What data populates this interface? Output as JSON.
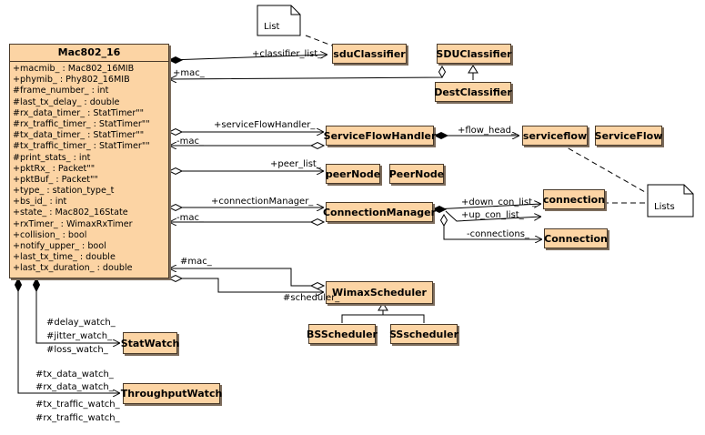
{
  "mac": {
    "title": "Mac802_16",
    "attributes": [
      "+macmib_ : Mac802_16MIB",
      "+phymib_ : Phy802_16MIB",
      "#frame_number_ : int",
      "#last_tx_delay_ : double",
      "#rx_data_timer_ : StatTimer\"\"",
      "#rx_traffic_timer_ : StatTimer\"\"",
      "#tx_data_timer_ : StatTimer\"\"",
      "#tx_traffic_timer_ : StatTimer\"\"",
      "#print_stats_ : int",
      "+pktRx_ : Packet\"\"",
      "+pktBuf_ : Packet\"\"",
      "+type_ : station_type_t",
      "+bs_id_ : int",
      "+state_ : Mac802_16State",
      "+rxTimer_ : WimaxRxTimer",
      "+collision_ : bool",
      "+notify_upper_ : bool",
      "+last_tx_time_ : double",
      "+last_tx_duration_ : double"
    ]
  },
  "classes": {
    "sduClassifier": "sduClassifier",
    "SDUClassifier": "SDUClassifier",
    "DestClassifier": "DestClassifier",
    "ServiceFlowHandler": "ServiceFlowHandler",
    "serviceflow": "serviceflow",
    "ServiceFlow": "ServiceFlow",
    "peerNode": "peerNode",
    "PeerNode": "PeerNode",
    "ConnectionManager": "ConnectionManager",
    "connection": "connection",
    "Connection": "Connection",
    "WimaxScheduler": "WimaxScheduler",
    "BSScheduler": "BSScheduler",
    "SSscheduler": "SSscheduler",
    "StatWatch": "StatWatch",
    "ThroughputWatch": "ThroughputWatch"
  },
  "notes": {
    "list": "List",
    "lists": "Lists"
  },
  "labels": {
    "classifier_list": "+classifier_list_",
    "mac_top": "+mac_",
    "serviceFlowHandler": "+serviceFlowHandler_",
    "mac_sfh": "-mac_",
    "flow_head": "+flow_head_",
    "peer_list": "+peer_list_",
    "connectionManager": "+connectionManager_",
    "mac_cm": "-mac_",
    "down_con_list": "+down_con_list_",
    "up_con_list": "+up_con_list_",
    "connections": "-connections_",
    "mac_sched": "#mac_",
    "scheduler": "#scheduler_",
    "delay_watch": "#delay_watch_",
    "jitter_watch": "#jitter_watch_",
    "loss_watch": "#loss_watch_",
    "tx_data_watch": "#tx_data_watch_",
    "rx_data_watch": "#rx_data_watch_",
    "tx_traffic_watch": "#tx_traffic_watch_",
    "rx_traffic_watch": "#rx_traffic_watch_"
  }
}
